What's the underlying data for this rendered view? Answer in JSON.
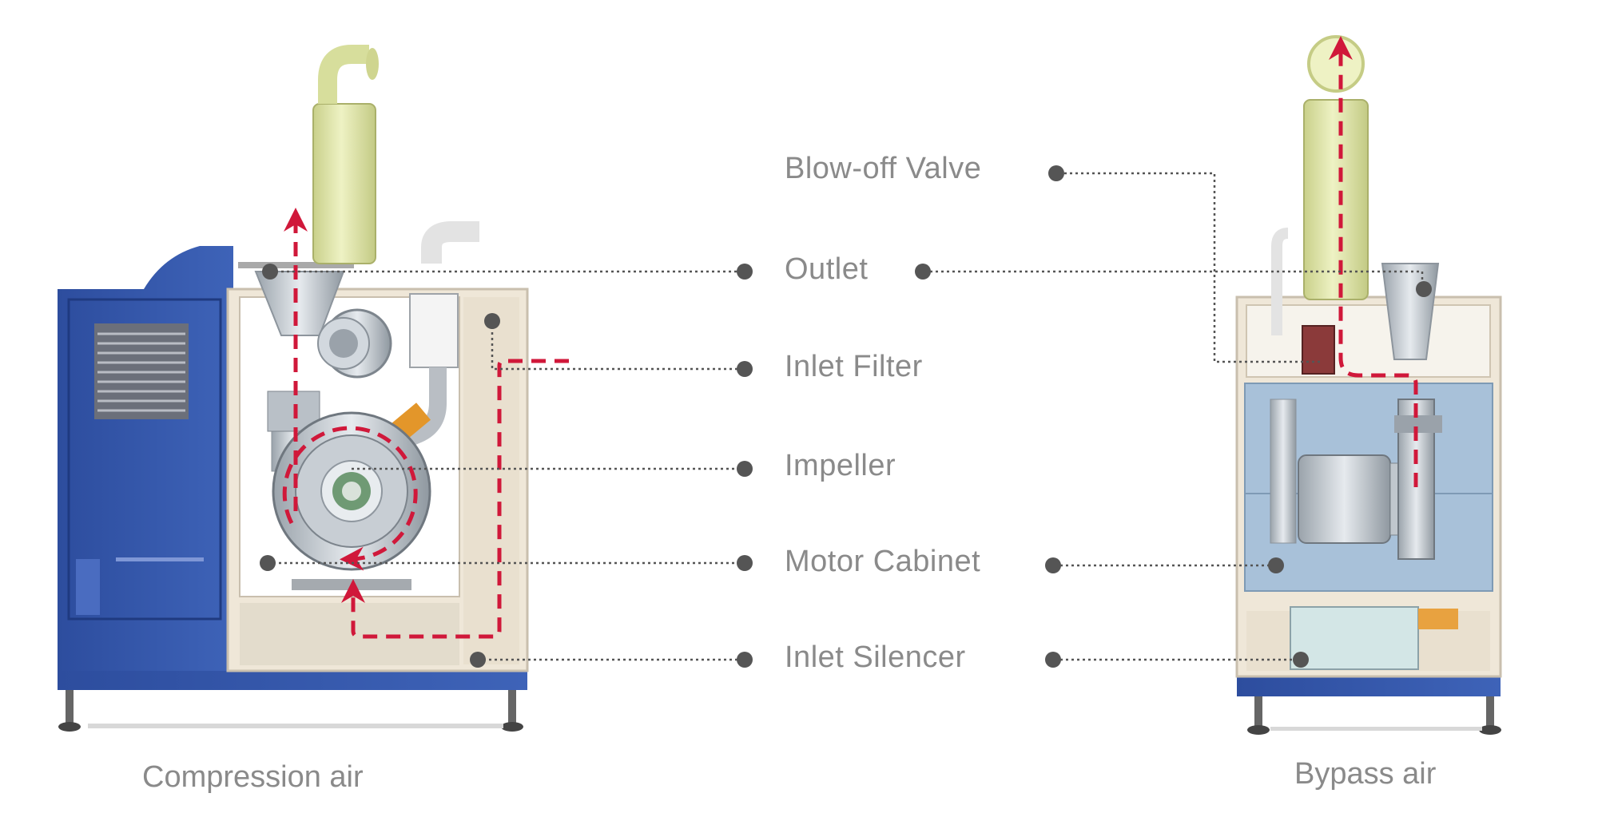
{
  "labels": {
    "blow_off_valve": "Blow-off Valve",
    "outlet": "Outlet",
    "inlet_filter": "Inlet Filter",
    "impeller": "Impeller",
    "motor_cabinet": "Motor Cabinet",
    "inlet_silencer": "Inlet Silencer"
  },
  "captions": {
    "left": "Compression air",
    "right": "Bypass air"
  },
  "colors": {
    "flow_arrow": "#d0183a",
    "leader_line": "#555555",
    "cabinet_blue": "#3556a8",
    "muffler_green": "#dfe6a6",
    "label_text": "#8a8a8a"
  }
}
